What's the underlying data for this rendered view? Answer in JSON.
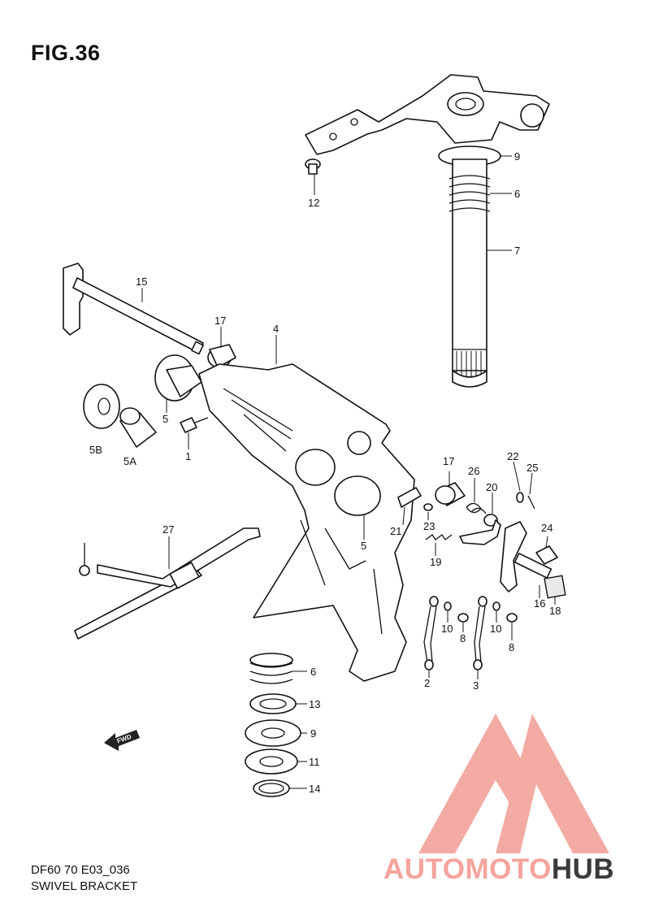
{
  "figure": {
    "title": "FIG.36",
    "code": "DF60 70 E03_036",
    "name": "SWIVEL BRACKET"
  },
  "watermark": {
    "part1": "AUTOMOTO",
    "part2": "HUB",
    "colors": {
      "primary": "#f2a19a",
      "accent": "#f4c57a",
      "dark": "#3a3a3a"
    }
  },
  "fwd_arrow": {
    "label": "FWD"
  },
  "callouts": [
    {
      "label": "9"
    },
    {
      "label": "6"
    },
    {
      "label": "7"
    },
    {
      "label": "12"
    },
    {
      "label": "15"
    },
    {
      "label": "17"
    },
    {
      "label": "4"
    },
    {
      "label": "5"
    },
    {
      "label": "5B"
    },
    {
      "label": "5A"
    },
    {
      "label": "1"
    },
    {
      "label": "17"
    },
    {
      "label": "26"
    },
    {
      "label": "20"
    },
    {
      "label": "22"
    },
    {
      "label": "25"
    },
    {
      "label": "23"
    },
    {
      "label": "21"
    },
    {
      "label": "5"
    },
    {
      "label": "19"
    },
    {
      "label": "24"
    },
    {
      "label": "16"
    },
    {
      "label": "18"
    },
    {
      "label": "27"
    },
    {
      "label": "10"
    },
    {
      "label": "8"
    },
    {
      "label": "10"
    },
    {
      "label": "8"
    },
    {
      "label": "2"
    },
    {
      "label": "3"
    },
    {
      "label": "6"
    },
    {
      "label": "13"
    },
    {
      "label": "9"
    },
    {
      "label": "11"
    },
    {
      "label": "14"
    }
  ]
}
